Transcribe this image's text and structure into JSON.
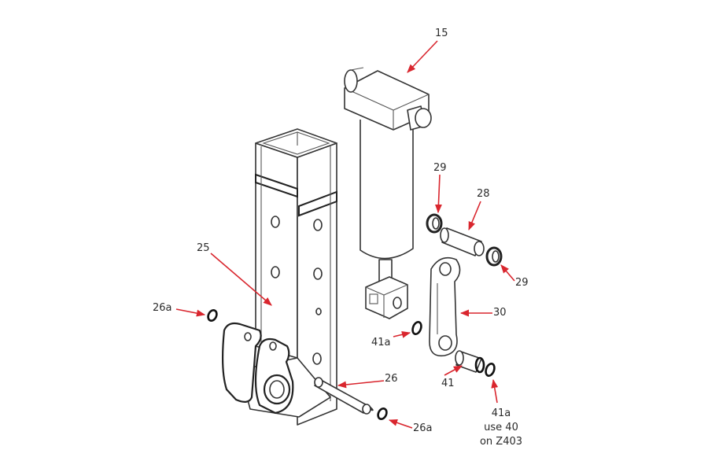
{
  "diagram": {
    "type": "exploded-parts-view",
    "leader_color": "#d9262e",
    "line_color": "#333333",
    "parts": [
      {
        "id": "15",
        "label": "15",
        "description": "hydraulic cylinder"
      },
      {
        "id": "25",
        "label": "25",
        "description": "mast tube with clevis"
      },
      {
        "id": "26",
        "label": "26",
        "description": "pin"
      },
      {
        "id": "26a-left",
        "label": "26a",
        "description": "retaining ring"
      },
      {
        "id": "26a-right",
        "label": "26a",
        "description": "retaining ring"
      },
      {
        "id": "28",
        "label": "28",
        "description": "pin"
      },
      {
        "id": "29-top",
        "label": "29",
        "description": "bushing"
      },
      {
        "id": "29-bottom",
        "label": "29",
        "description": "bushing"
      },
      {
        "id": "30",
        "label": "30",
        "description": "link arm"
      },
      {
        "id": "41",
        "label": "41",
        "description": "pin"
      },
      {
        "id": "41a-left",
        "label": "41a",
        "description": "retaining ring"
      },
      {
        "id": "41a-right",
        "label": "41a",
        "note_lines": [
          "use 40",
          "on Z403"
        ],
        "description": "retaining ring"
      }
    ]
  },
  "labels": {
    "l15": "15",
    "l25": "25",
    "l26": "26",
    "l26a_left": "26a",
    "l26a_right": "26a",
    "l28": "28",
    "l29_top": "29",
    "l29_bottom": "29",
    "l30": "30",
    "l41": "41",
    "l41a_left": "41a",
    "l41a_right": "41a",
    "l41a_note1": "use 40",
    "l41a_note2": "on Z403"
  }
}
